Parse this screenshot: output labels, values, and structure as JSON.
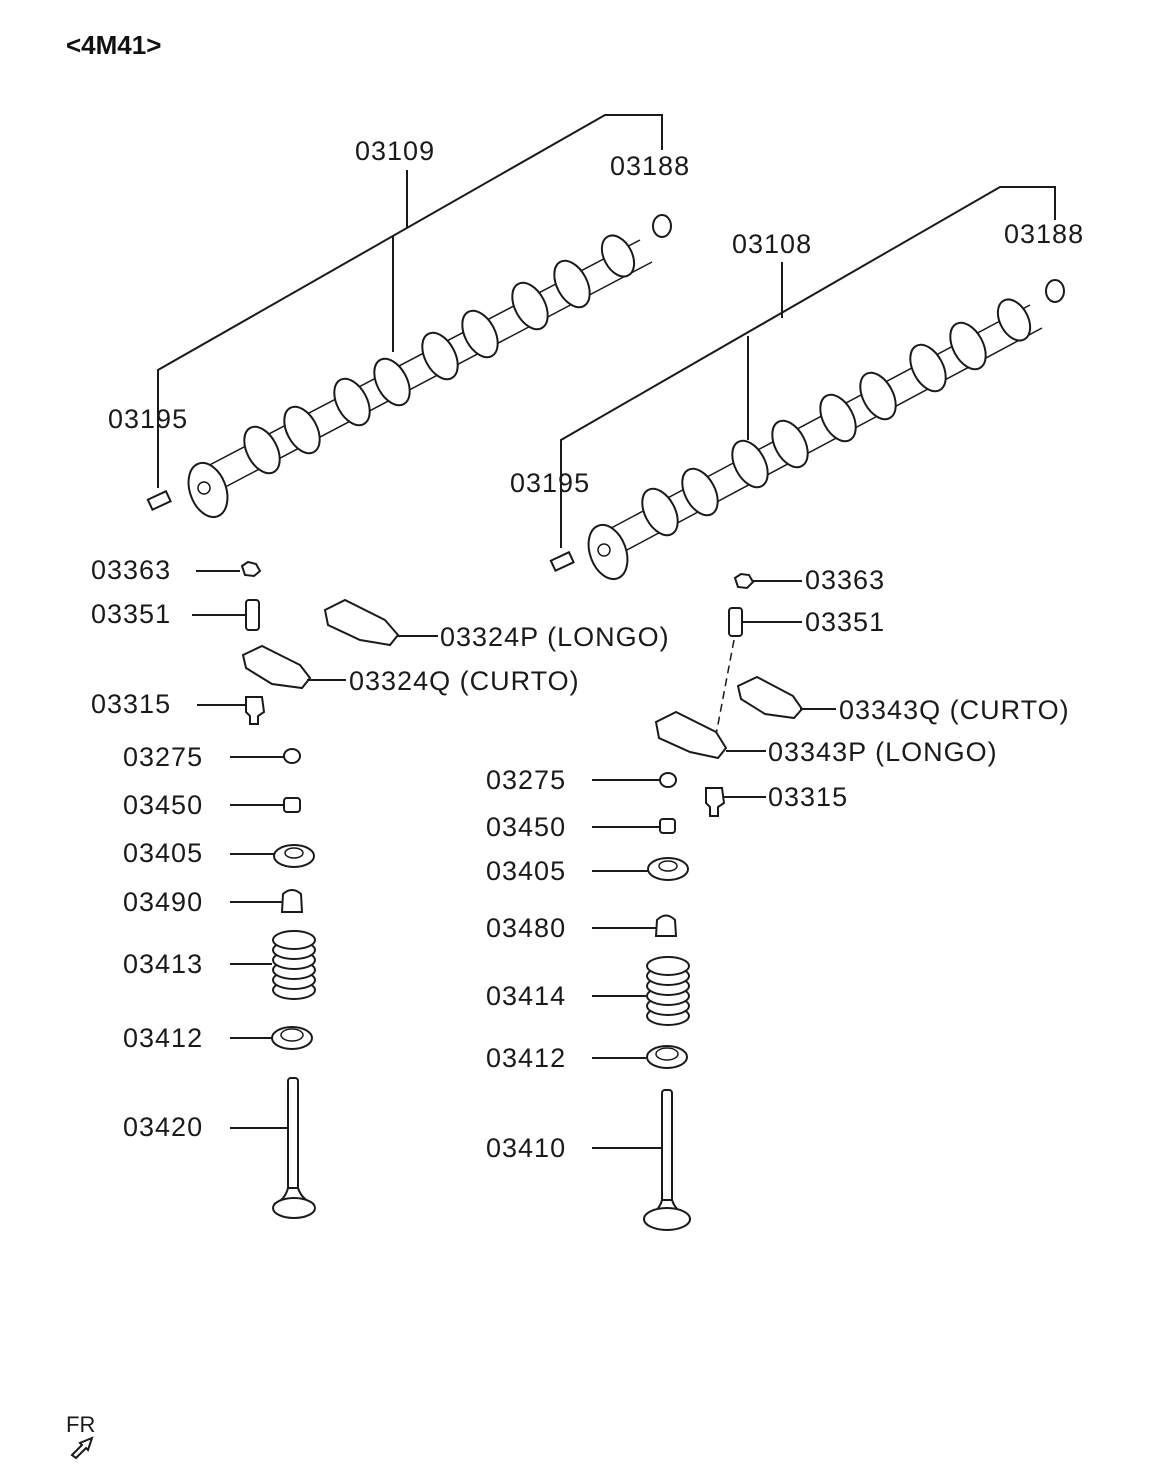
{
  "title": "<4M41>",
  "fr_label": "FR",
  "labels": {
    "intake_camshaft": "03109",
    "intake_cam_bushing": "03188",
    "intake_cam_pin": "03195",
    "exhaust_camshaft": "03108",
    "exhaust_cam_bushing": "03188",
    "exhaust_cam_pin": "03195",
    "l_nut": "03363",
    "l_adjust_screw": "03351",
    "l_rocker_long": "03324P (LONGO)",
    "l_rocker_short": "03324Q (CURTO)",
    "l_pivot": "03315",
    "l_cap": "03275",
    "l_cotter": "03450",
    "l_retainer": "03405",
    "l_seal": "03490",
    "l_spring": "03413",
    "l_seat": "03412",
    "l_valve": "03420",
    "r_nut": "03363",
    "r_adjust_screw": "03351",
    "r_rocker_short": "03343Q (CURTO)",
    "r_rocker_long": "03343P (LONGO)",
    "r_pivot": "03315",
    "r_cap": "03275",
    "r_cotter": "03450",
    "r_retainer": "03405",
    "r_seal": "03480",
    "r_spring": "03414",
    "r_seat": "03412",
    "r_valve": "03410"
  }
}
